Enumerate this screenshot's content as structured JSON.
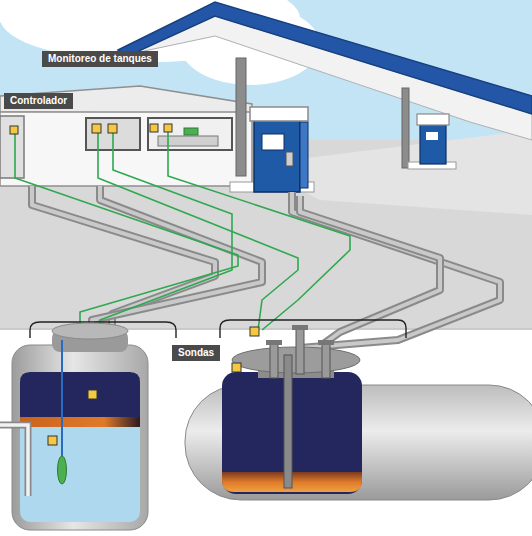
{
  "diagram": {
    "nodes": [
      {
        "text": [
          "Monitoreo de tanques"
        ]
      },
      {
        "text": [
          "Controlador"
        ]
      },
      {
        "text": [
          "Sondas"
        ]
      }
    ]
  }
}
